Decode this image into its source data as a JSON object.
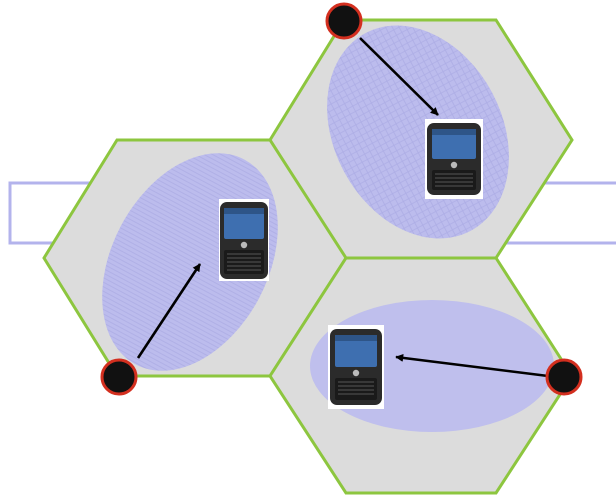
{
  "diagram": {
    "kind": "cellular-network",
    "colors": {
      "background": "#ffffff",
      "cell_fill": "#dcdcdc",
      "cell_stroke": "#8dc63f",
      "coverage_fill": "#b9b9ee",
      "coverage_hatch": "#a9a9e6",
      "band_stroke": "#b3b3ec",
      "antenna_fill": "#111111",
      "antenna_stroke": "#d32f1f",
      "arrow": "#000000",
      "phone_body": "#2b2b2b",
      "phone_screen": "#3e6fb0"
    },
    "cells": [
      {
        "id": "cell-top"
      },
      {
        "id": "cell-left"
      },
      {
        "id": "cell-bottom"
      }
    ],
    "antennas": [
      {
        "id": "antenna-top",
        "serves": "cell-top"
      },
      {
        "id": "antenna-left",
        "serves": "cell-left"
      },
      {
        "id": "antenna-right",
        "serves": "cell-bottom"
      }
    ],
    "phones": [
      {
        "id": "phone-top",
        "icon": "smartphone-icon",
        "screen_text": ""
      },
      {
        "id": "phone-left",
        "icon": "smartphone-icon",
        "screen_text": ""
      },
      {
        "id": "phone-bottom",
        "icon": "smartphone-icon",
        "screen_text": ""
      }
    ],
    "links": [
      {
        "from": "antenna-top",
        "to": "phone-top"
      },
      {
        "from": "antenna-left",
        "to": "phone-left"
      },
      {
        "from": "antenna-right",
        "to": "phone-bottom"
      }
    ]
  }
}
